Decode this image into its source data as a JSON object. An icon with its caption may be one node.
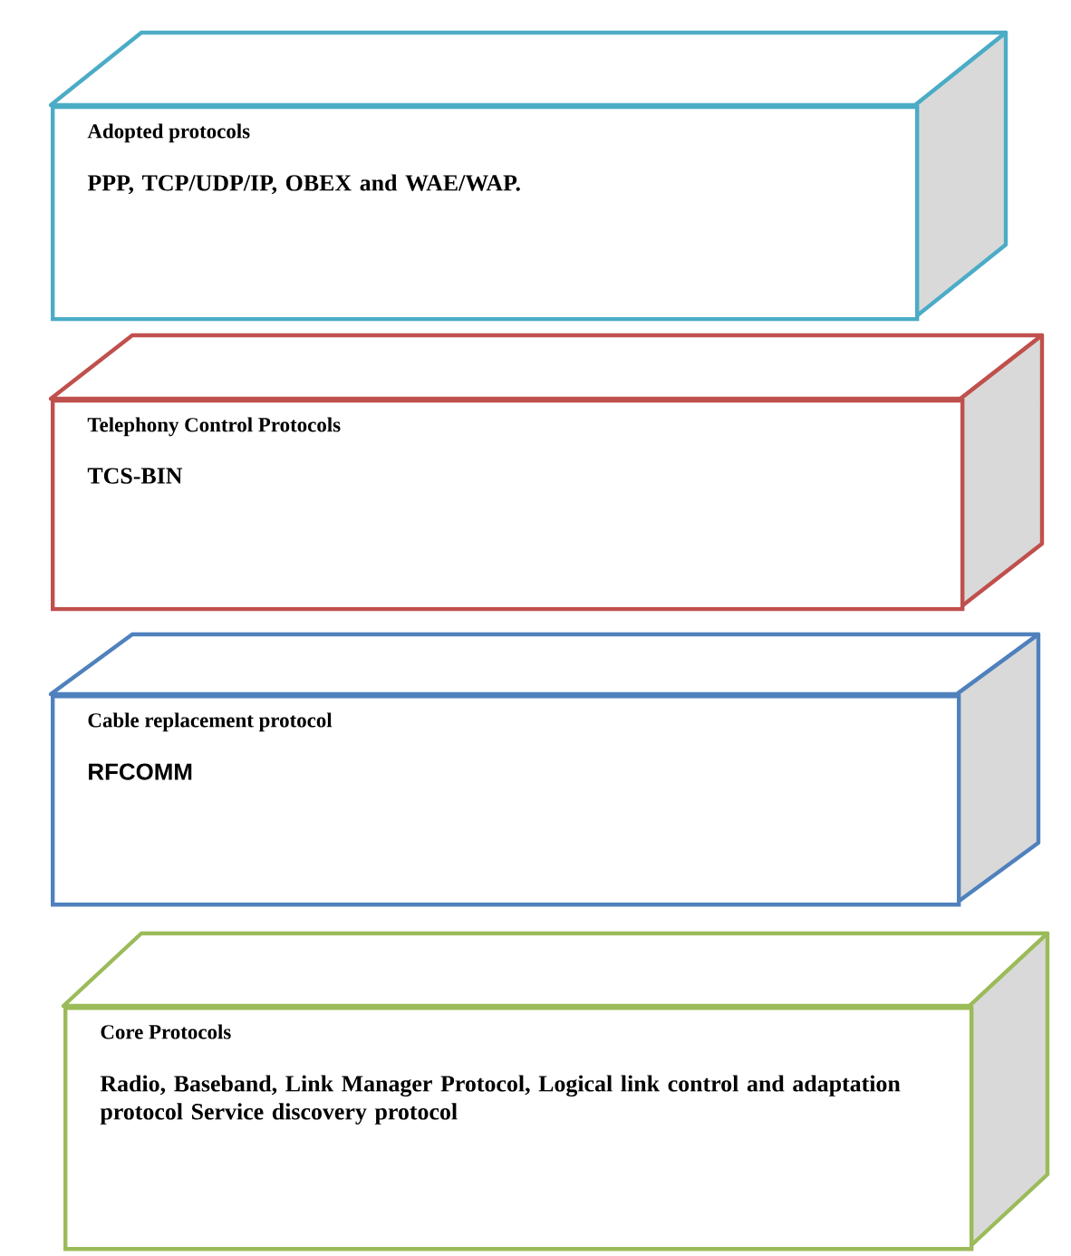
{
  "diagram": {
    "nodes": [
      {
        "text": [
          "Adopted protocols",
          "PPP, TCP/UDP/IP, OBEX and WAE/WAP."
        ]
      },
      {
        "text": [
          "Telephony Control Protocols",
          "TCS-BIN"
        ]
      },
      {
        "text": [
          "Cable replacement protocol",
          "RFCOMM"
        ]
      },
      {
        "text": [
          "Core Protocols",
          "Radio, Baseband, Link Manager Protocol, Logical link control and adaptation protocol Service discovery protocol"
        ]
      }
    ]
  }
}
